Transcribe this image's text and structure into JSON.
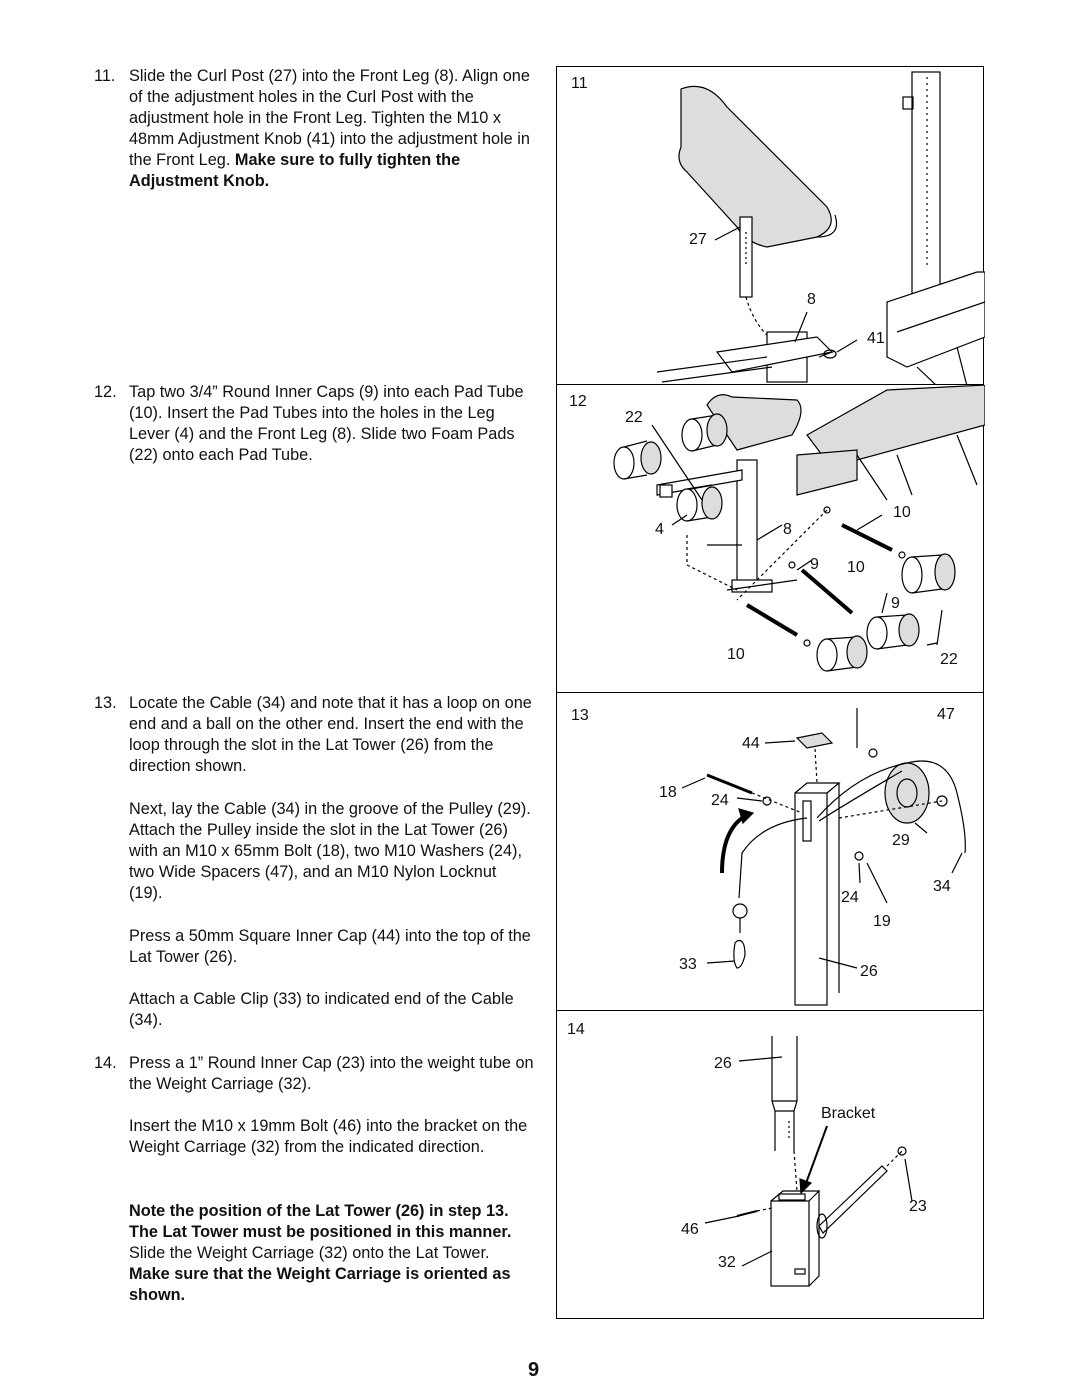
{
  "steps": [
    {
      "number": "11.",
      "text": "Slide the Curl Post (27) into the Front Leg (8). Align one of the adjustment holes in the Curl Post with the adjustment hole in the Front Leg. Tighten the M10 x 48mm Adjustment Knob (41) into the adjustment hole in the Front Leg. ",
      "bold": "Make sure to fully tighten the Adjustment Knob."
    },
    {
      "number": "12.",
      "text": "Tap two 3/4” Round Inner Caps (9) into each Pad Tube (10). Insert the Pad Tubes into the holes in the Leg Lever (4) and the Front Leg (8). Slide two Foam Pads (22) onto each Pad Tube."
    },
    {
      "number": "13.",
      "text": "Locate the Cable (34) and note that it has a loop on one end and a ball on the other end. Insert the end with the loop through the slot in the Lat Tower (26) from the direction shown.",
      "para2": "Next, lay the Cable (34) in the groove of the Pulley (29). Attach the Pulley inside the slot in the Lat Tower (26) with an M10 x 65mm Bolt (18), two M10 Washers (24), two Wide Spacers (47), and an M10 Nylon Locknut (19).",
      "para3": "Press a 50mm Square Inner Cap (44) into the top of the Lat Tower (26).",
      "para4": "Attach a Cable Clip (33) to indicated end of the Cable (34)."
    },
    {
      "number": "14.",
      "text": "Press a 1” Round Inner Cap (23) into the weight tube on the Weight Carriage (32).",
      "para2": "Insert the M10 x 19mm Bolt (46) into the bracket on the Weight Carriage (32) from the indicated direction.",
      "para3_bold1": "Note the position of the Lat Tower (26) in step 13. The Lat Tower must be positioned in this manner.",
      "para3_text": " Slide the Weight Carriage (32) onto the Lat Tower. ",
      "para3_bold2": "Make sure that the Weight Carriage is oriented as shown."
    }
  ],
  "figures": [
    {
      "number": "11",
      "callouts": [
        "27",
        "8",
        "41"
      ]
    },
    {
      "number": "12",
      "callouts": [
        "22",
        "10",
        "4",
        "8",
        "9",
        "10",
        "9",
        "10",
        "22"
      ]
    },
    {
      "number": "13",
      "callouts": [
        "47",
        "44",
        "18",
        "24",
        "29",
        "34",
        "24",
        "19",
        "33",
        "26"
      ]
    },
    {
      "number": "14",
      "callouts": [
        "26",
        "Bracket",
        "23",
        "46",
        "32"
      ]
    }
  ],
  "page_number": "9"
}
